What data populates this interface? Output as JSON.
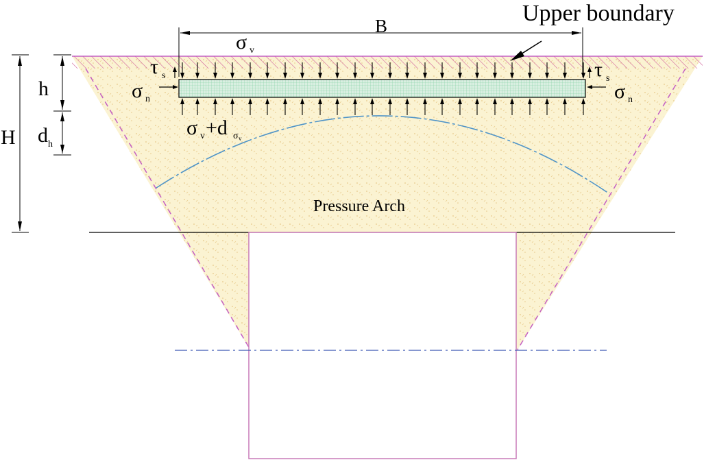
{
  "labels": {
    "upper_boundary": "Upper boundary",
    "width_b": "B",
    "sigma_v": "σ",
    "sigma_v_sub": "v",
    "tau_s": "τ",
    "tau_s_sub": "s",
    "sigma_n": "σ",
    "sigma_n_sub": "n",
    "h": "h",
    "d_h": "d",
    "d_h_sub": "h",
    "H": "H",
    "bottom_sigma": "σ",
    "bottom_sigma_sub": "v",
    "bottom_plus": "+d",
    "bottom_dsigma": "σ",
    "bottom_dsigma_sub": "v",
    "pressure_arch": "Pressure Arch"
  },
  "colors": {
    "ground_hatch": "#d0609a",
    "soil_fill": "#fbf3d2",
    "soil_dots": "#e7c98a",
    "element_fill": "#d9efe1",
    "element_grid": "#7fcfa0",
    "arch_line": "#4f94c8",
    "wedge_line": "#c45fc4",
    "tunnel_line": "#c87ab8",
    "centerline": "#3f59b3"
  }
}
